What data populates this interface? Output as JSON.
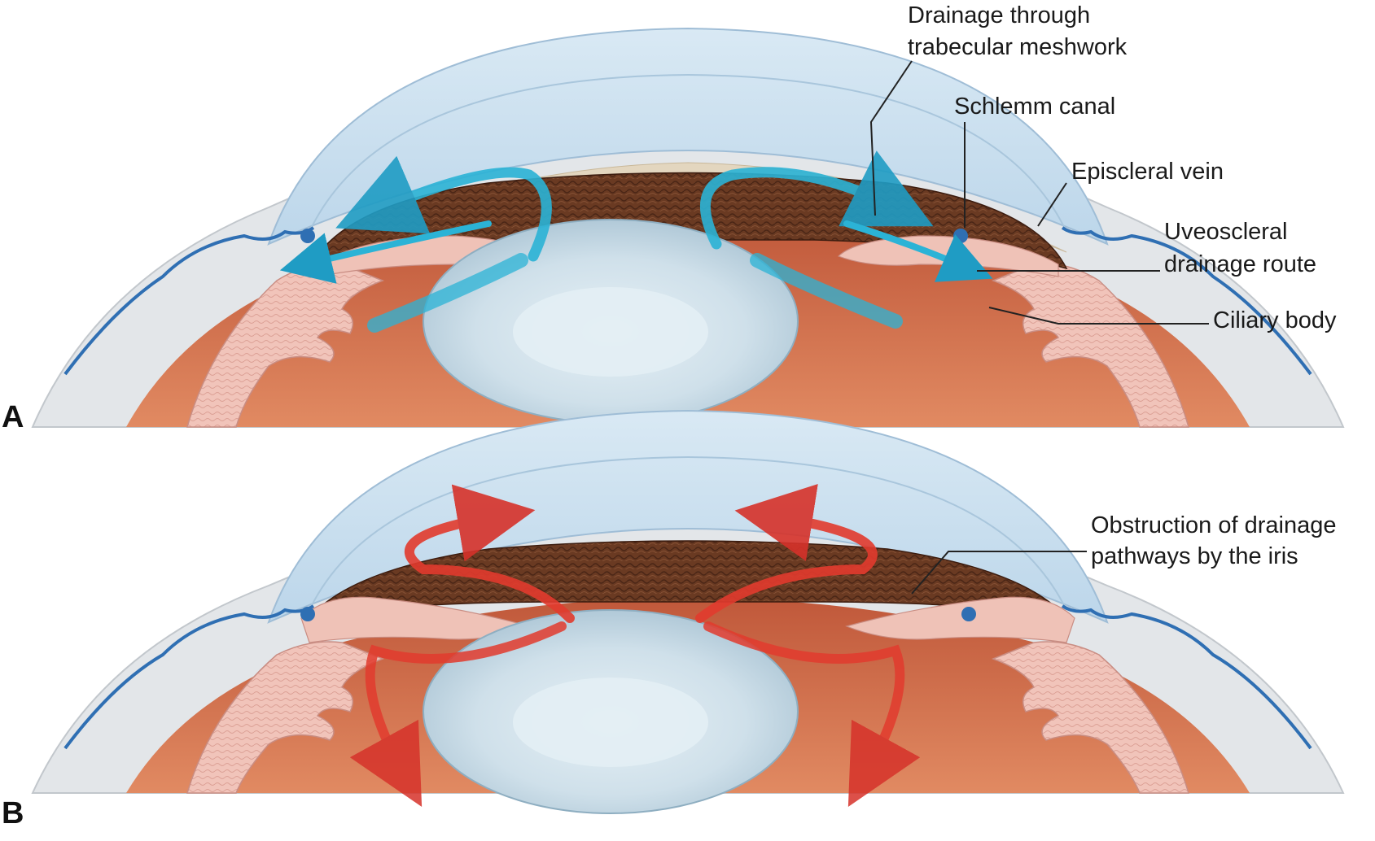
{
  "panels": [
    {
      "letter": "A"
    },
    {
      "letter": "B"
    }
  ],
  "labels": {
    "trabecular_line1": "Drainage through",
    "trabecular_line2": "trabecular meshwork",
    "schlemm": "Schlemm canal",
    "episcleral": "Episcleral vein",
    "uveoscleral_line1": "Uveoscleral",
    "uveoscleral_line2": "drainage route",
    "ciliary": "Ciliary body",
    "obstruction_line1": "Obstruction of drainage",
    "obstruction_line2": "pathways by the iris"
  },
  "colors": {
    "sclera": "#e4e7ea",
    "cornea": "#cfe3f1",
    "cornea_edge": "#9fbdd6",
    "choroid": "#d8704a",
    "choroid_dark": "#a94a2e",
    "ciliary": "#f2c4bb",
    "ciliary_edge": "#c98d83",
    "iris": "#6d3b22",
    "iris_dark": "#4a2414",
    "lens": "#c8dbe6",
    "lens_highlight": "#e2eef4",
    "vein": "#2f6fb3",
    "flow_normal": "#2bb3d6",
    "flow_blocked": "#e23b2e",
    "meshwork": "#e3d6bf"
  }
}
